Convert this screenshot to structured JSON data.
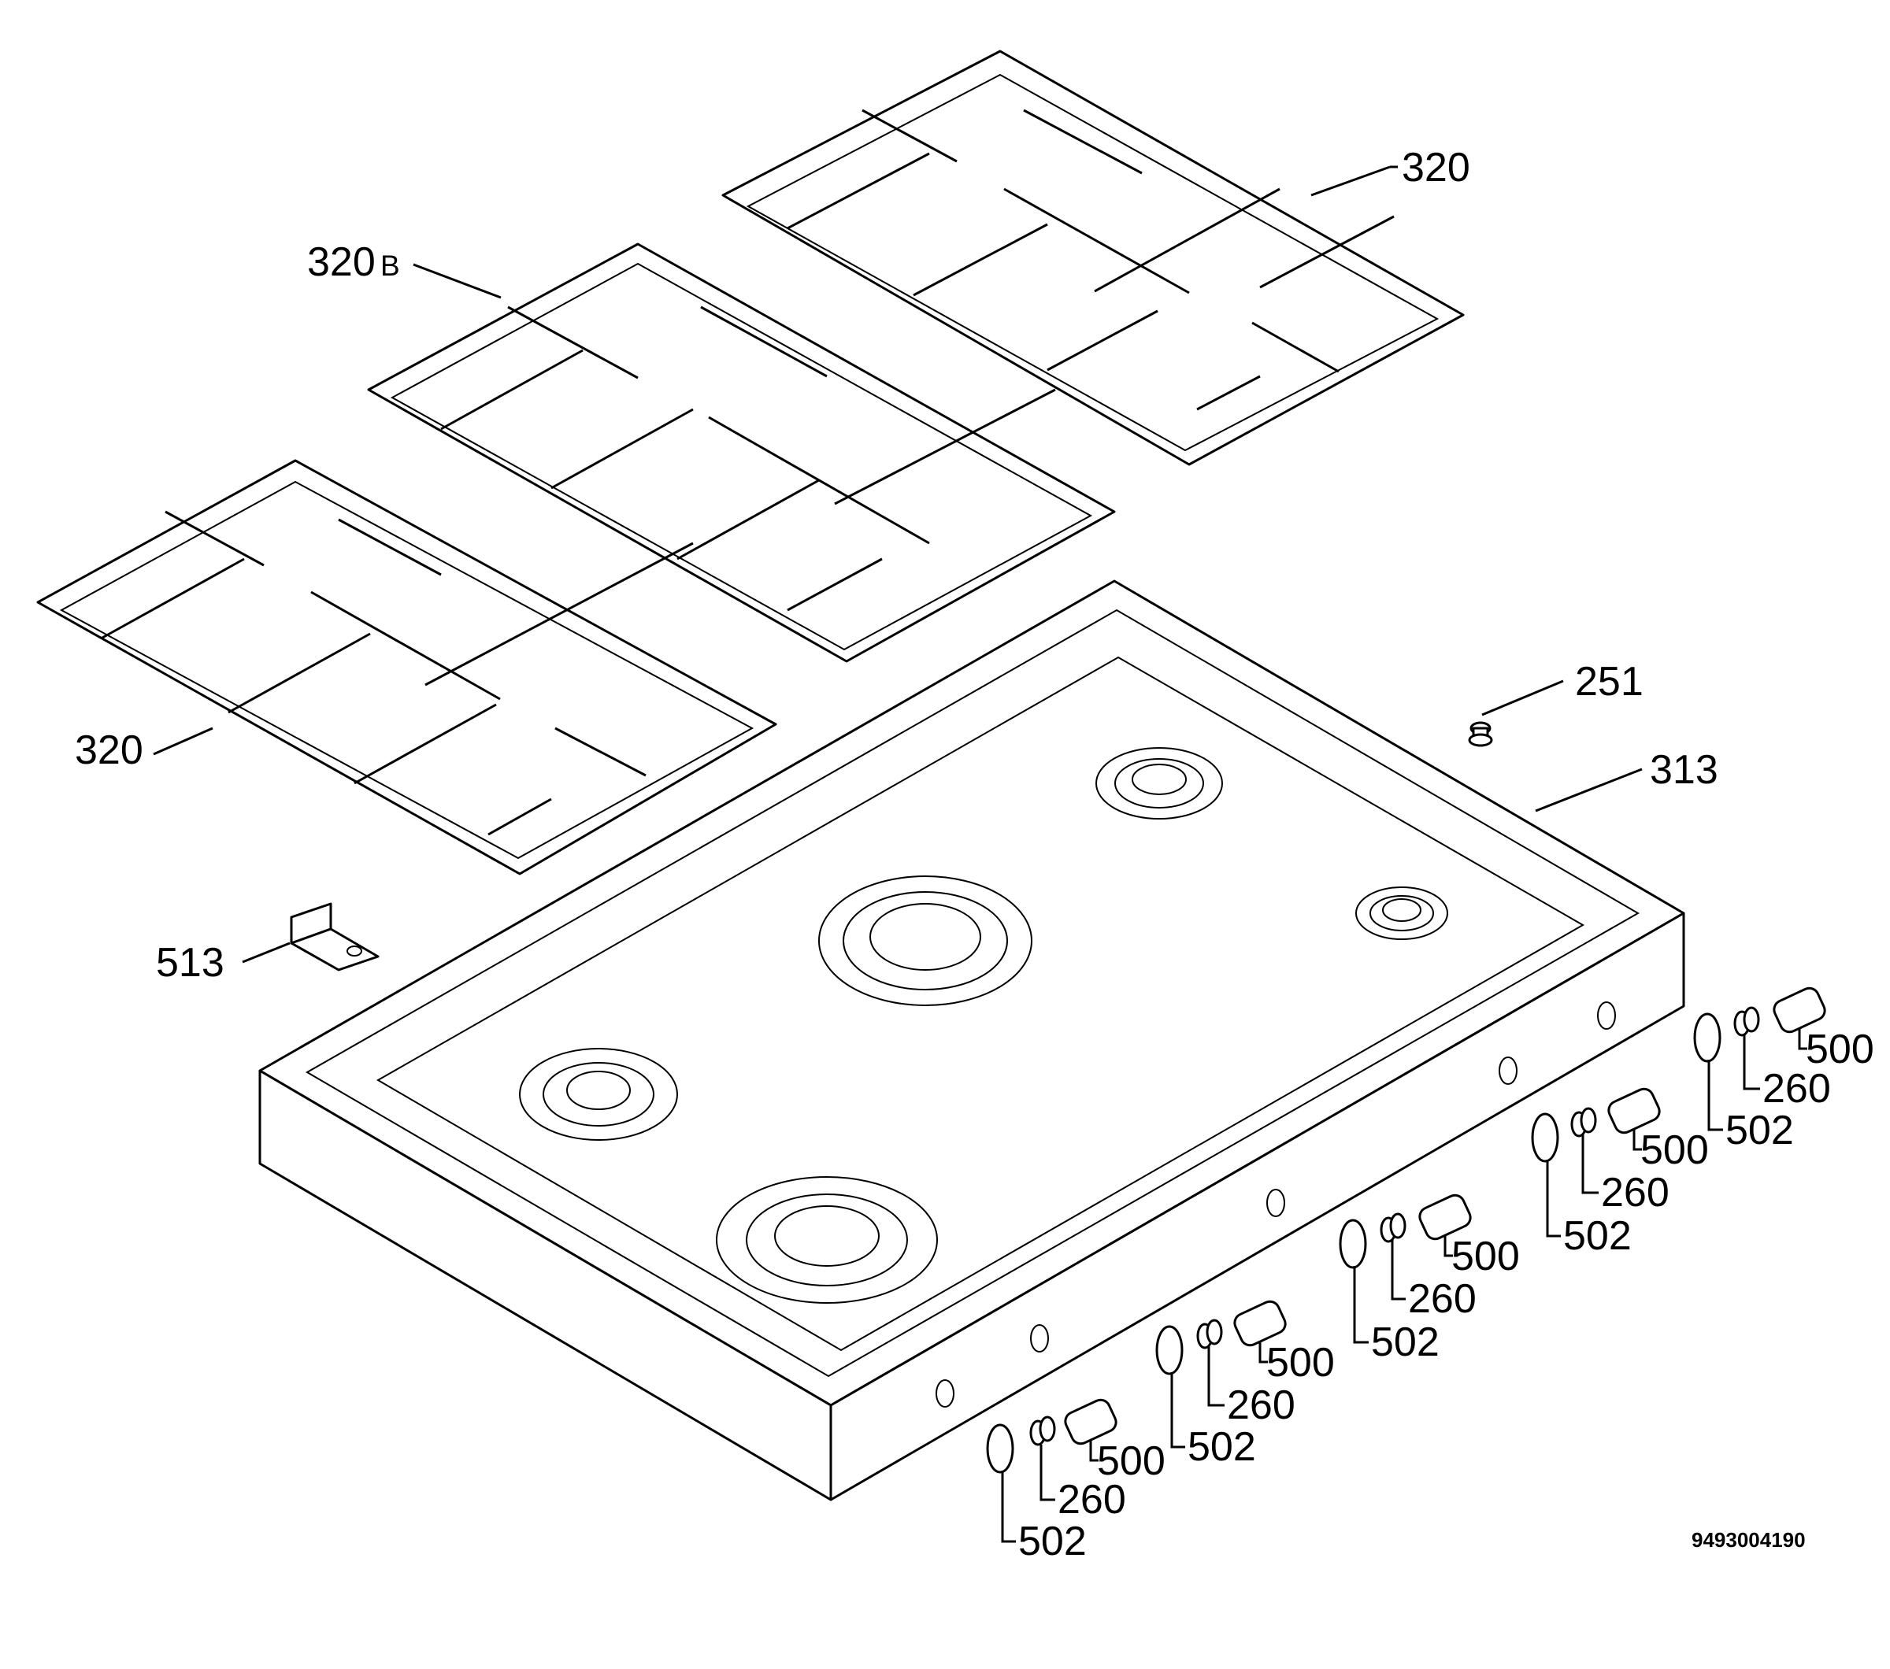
{
  "labels": {
    "grid_right": "320",
    "grid_middle_num": "320",
    "grid_middle_suffix": "B",
    "grid_left": "320",
    "screw": "251",
    "hob_top": "313",
    "bracket": "513",
    "knob_parts": [
      "500",
      "260",
      "502"
    ]
  },
  "drawing_code": "9493004190"
}
